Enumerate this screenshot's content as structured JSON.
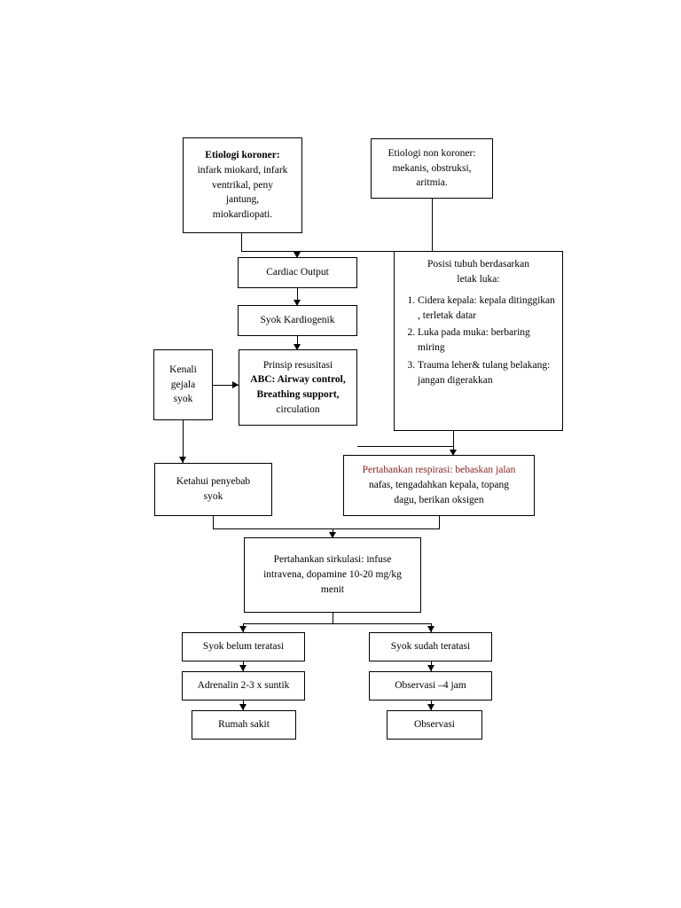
{
  "diagram": {
    "type": "flowchart",
    "title": "",
    "nodes": [
      {
        "id": "etiologi-koroner",
        "lines": [
          "Etiologi koroner:",
          "infark miokard, infark",
          "ventrikal, peny",
          "jantung,",
          "miokardiopati."
        ],
        "bold_first_line": true
      },
      {
        "id": "etiologi-non-koroner",
        "lines": [
          "Etiologi  non koroner:",
          "mekanis, obstruksi,",
          "aritmia."
        ],
        "bold_first_line": false
      },
      {
        "id": "cardiac-output",
        "lines": [
          "Cardiac Output"
        ]
      },
      {
        "id": "syok-kardiogenik",
        "lines": [
          "Syok Kardiogenik"
        ]
      },
      {
        "id": "kenali-gejala-syok",
        "lines": [
          "Kenali",
          "gejala",
          "syok"
        ]
      },
      {
        "id": "prinsip-resusitasi",
        "lines": [
          "Prinsip resusitasi",
          "ABC: Airway control,",
          "Breathing support,",
          "circulation"
        ]
      },
      {
        "id": "ketahui-penyebab-syok",
        "lines": [
          "Ketahui penyebab",
          "syok"
        ]
      },
      {
        "id": "pertahankan-respirasi",
        "lines": [
          "Pertahankan respirasi: bebaskan jalan",
          "nafas, tengadahkan kepala, topang",
          "dagu, berikan oksigen"
        ]
      },
      {
        "id": "pertahankan-sirkulasi",
        "lines": [
          "Pertahankan sirkulasi: infuse",
          "intravena, dopamine 10-20 mg/kg",
          "menit"
        ]
      },
      {
        "id": "syok-belum-teratasi",
        "lines": [
          "Syok belum teratasi"
        ]
      },
      {
        "id": "syok-sudah-teratasi",
        "lines": [
          "Syok sudah teratasi"
        ]
      },
      {
        "id": "adrenalin",
        "lines": [
          "Adrenalin 2-3 x suntik"
        ]
      },
      {
        "id": "observasi-4-jam",
        "lines": [
          "Observasi –4 jam"
        ]
      },
      {
        "id": "rumah-sakit",
        "lines": [
          "Rumah sakit"
        ]
      },
      {
        "id": "observasi",
        "lines": [
          "Observasi"
        ]
      }
    ],
    "posisi_tubuh": {
      "header_line_1": "Posisi tubuh berdasarkan",
      "header_line_2": "letak luka:",
      "items": [
        "Cidera kepala: kepala ditinggikan , terletak datar",
        "Luka pada muka: berbaring miring",
        "Trauma leher& tulang belakang: jangan digerakkan"
      ]
    }
  }
}
